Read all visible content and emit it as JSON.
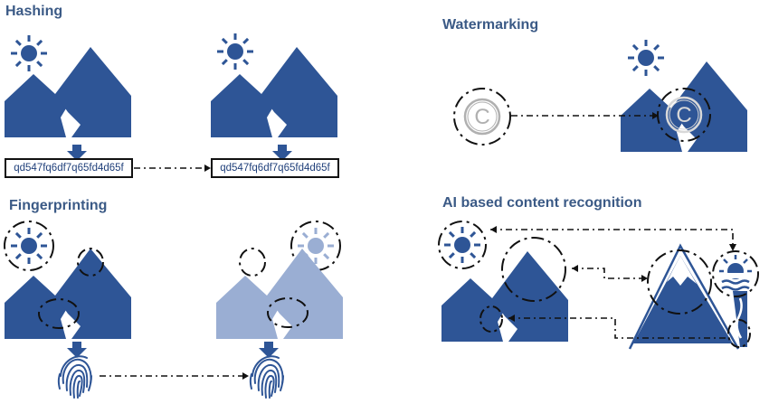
{
  "headings": {
    "hashing": "Hashing",
    "watermarking": "Watermarking",
    "fingerprinting": "Fingerprinting",
    "ai": "AI based content recognition"
  },
  "hashing": {
    "hash_left": "qd547fq6df7q65fd4d65f",
    "hash_right": "qd547fq6df7q65fd4d65f"
  },
  "watermarking": {
    "symbol": "©"
  },
  "colors": {
    "primary_blue": "#2e5596",
    "light_blue": "#9aaed3",
    "heading_blue": "#3b5a86",
    "copyright_gray": "#b0b0b0"
  },
  "icons": [
    "sun-icon",
    "mountain-icon",
    "arrow-down-icon",
    "hash-box",
    "copyright-icon",
    "fingerprint-icon",
    "mountain-lake-icon"
  ]
}
